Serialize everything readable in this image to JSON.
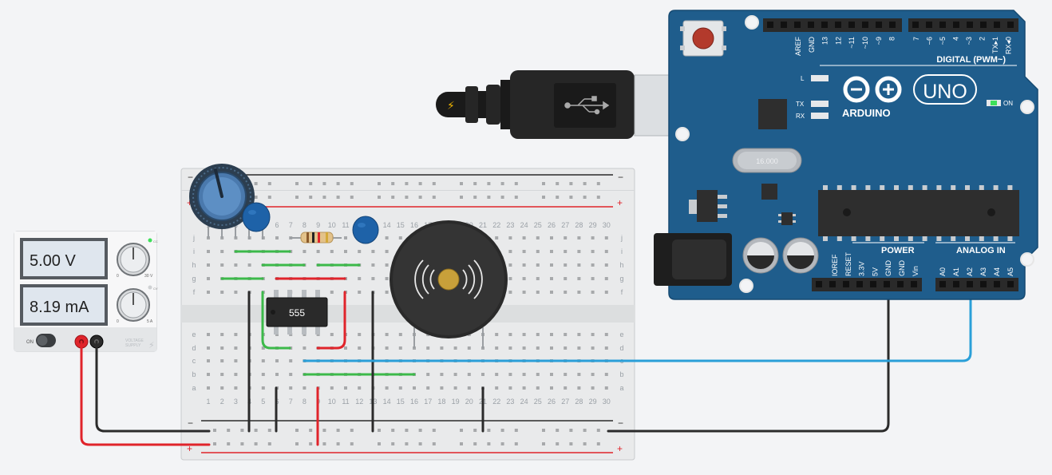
{
  "power_supply": {
    "voltage": "5.00 V",
    "current": "8.19 mA",
    "knob1_max": "30 V",
    "knob1_min": "0",
    "knob2_max": "5 A",
    "knob2_min": "0",
    "cc_label": "CC",
    "cv_label": "CV",
    "toggle_label": "ON",
    "brand_line1": "VOLTAGE",
    "brand_line2": "SUPPLY"
  },
  "breadboard": {
    "rows_top": [
      "j",
      "i",
      "h",
      "g",
      "f"
    ],
    "rows_bottom": [
      "e",
      "d",
      "c",
      "b",
      "a"
    ],
    "column_numbers": [
      "1",
      "2",
      "3",
      "4",
      "5",
      "6",
      "7",
      "8",
      "9",
      "10",
      "11",
      "12",
      "13",
      "14",
      "15",
      "16",
      "17",
      "18",
      "19",
      "20",
      "21",
      "22",
      "23",
      "24",
      "25",
      "26",
      "27",
      "28",
      "29",
      "30"
    ],
    "minus": "−",
    "plus": "+"
  },
  "ic": {
    "label": "555"
  },
  "arduino": {
    "logo_text": "ARDUINO",
    "model": "UNO",
    "crystal": "16.000",
    "led_l": "L",
    "led_tx": "TX",
    "led_rx": "RX",
    "on_label": "ON",
    "digital_label": "DIGITAL (PWM~)",
    "power_label": "POWER",
    "analog_label": "ANALOG IN",
    "digital_pins": [
      "AREF",
      "GND",
      "13",
      "12",
      "~11",
      "~10",
      "~9",
      "8",
      "7",
      "~6",
      "~5",
      "4",
      "~3",
      "2",
      "TX▸1",
      "RX◂0"
    ],
    "power_pins": [
      "IOREF",
      "RESET",
      "3.3V",
      "5V",
      "GND",
      "GND",
      "Vin"
    ],
    "analog_pins": [
      "A0",
      "A1",
      "A2",
      "A3",
      "A4",
      "A5"
    ]
  },
  "colors": {
    "arduino_blue": "#1f5d8c",
    "wire_red": "#e0242b",
    "wire_black": "#2b2b2b",
    "wire_green": "#3cb94a",
    "wire_blue": "#2a9fd8",
    "lcd_bg": "#dfe6ee"
  }
}
